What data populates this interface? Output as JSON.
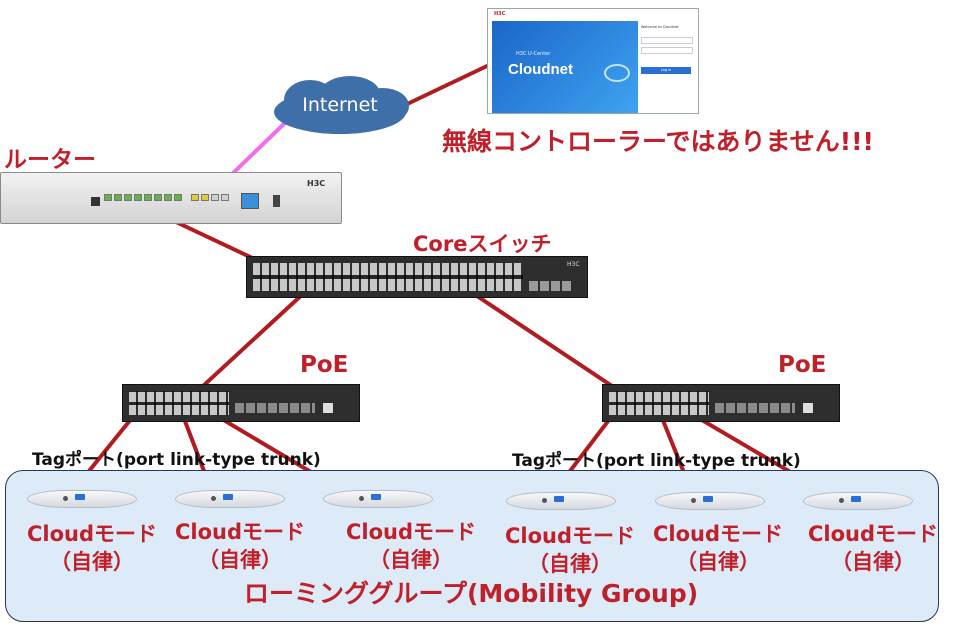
{
  "internet_label": "Internet",
  "router_label": "ルーター",
  "warning_text": "無線コントローラーではありません!!!",
  "core_switch_label": "Coreスイッチ",
  "poe_left_label": "PoE",
  "poe_right_label": "PoE",
  "trunk_left_label": "Tagポート(port link-type trunk)",
  "trunk_right_label": "Tagポート(port link-type trunk)",
  "group_label": "ローミンググループ(Mobility Group)",
  "aps": [
    {
      "mode": "Cloudモード",
      "sub": "（自律）"
    },
    {
      "mode": "Cloudモード",
      "sub": "（自律）"
    },
    {
      "mode": "Cloudモード",
      "sub": "（自律）"
    },
    {
      "mode": "Cloudモード",
      "sub": "（自律）"
    },
    {
      "mode": "Cloudモード",
      "sub": "（自律）"
    },
    {
      "mode": "Cloudモード",
      "sub": "（自律）"
    }
  ],
  "cloudnet_screen": {
    "product": "H3C U-Center",
    "title": "Cloudnet",
    "login_header": "Welcome to Cloudnet",
    "login_button": "Log in",
    "brand": "H3C"
  },
  "router_brand": "H3C",
  "switch_brand": "H3C",
  "colors": {
    "link": "#b21b1f",
    "wifi_link": "#f06cf0",
    "label_red": "#c0202a",
    "cloud": "#3f6fa8",
    "group_bg": "#dcebf7"
  }
}
